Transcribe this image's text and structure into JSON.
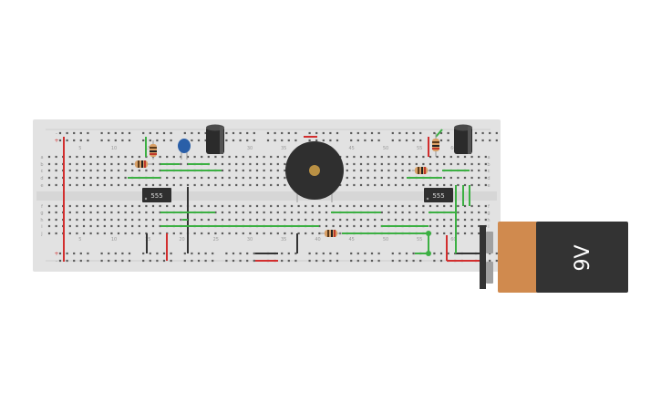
{
  "breadboard": {
    "column_numbers": [
      "5",
      "10",
      "15",
      "20",
      "25",
      "30",
      "35",
      "40",
      "45",
      "50",
      "55",
      "60"
    ],
    "row_letters_top": [
      "a",
      "b",
      "c",
      "d",
      "e"
    ],
    "row_letters_bottom": [
      "f",
      "g",
      "h",
      "i",
      "j"
    ],
    "rail_signs": [
      "-",
      "+",
      "+",
      "-"
    ]
  },
  "components": {
    "ic_left_label": "555",
    "ic_right_label": "555",
    "battery_label": "9V"
  },
  "colors": {
    "board": "#e2e2e2",
    "rail_red": "#d22e2e",
    "wire_green": "#3cb043",
    "wire_black": "#333333",
    "battery_body": "#333333",
    "battery_cap": "#d08a4e",
    "buzzer": "#2f2f2f",
    "buzzer_center": "#b99044",
    "ceramic_cap": "#2a5fa8"
  }
}
